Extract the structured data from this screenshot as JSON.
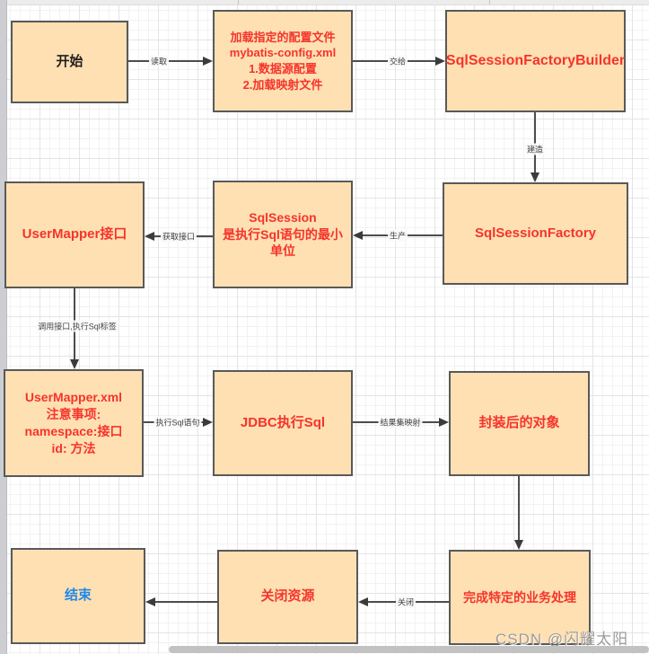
{
  "colors": {
    "node_fill": "#ffe0b2",
    "node_border": "#595959",
    "red": "#f5342c",
    "blue": "#2287e8",
    "black": "#1f1f1f",
    "edge": "#4d4d4d",
    "label": "#444444",
    "grid_minor": "#f2f2f2",
    "grid_major": "#e4e4e4",
    "watermark": "#9b9b9b"
  },
  "nodes": [
    {
      "id": "start",
      "label": "开始"
    },
    {
      "id": "config_file",
      "label": "加载指定的配置文件\nmybatis-config.xml\n1.数据源配置\n2.加载映射文件"
    },
    {
      "id": "sql_session_factory_builder",
      "label": "SqlSessionFactoryBuilder"
    },
    {
      "id": "sql_session_factory",
      "label": "SqlSessionFactory"
    },
    {
      "id": "sql_session",
      "label": "SqlSession\n是执行Sql语句的最小\n单位"
    },
    {
      "id": "user_mapper_interface",
      "label": "UserMapper接口"
    },
    {
      "id": "user_mapper_xml",
      "label": "UserMapper.xml\n注意事项:\nnamespace:接口\nid: 方法"
    },
    {
      "id": "jdbc_exec_sql",
      "label": "JDBC执行Sql"
    },
    {
      "id": "wrapped_object",
      "label": "封装后的对象"
    },
    {
      "id": "business_process",
      "label": "完成特定的业务处理"
    },
    {
      "id": "close_resource",
      "label": "关闭资源"
    },
    {
      "id": "end",
      "label": "结束"
    }
  ],
  "edges": [
    {
      "id": "start-to-config",
      "label": "读取"
    },
    {
      "id": "config-to-builder",
      "label": "交给"
    },
    {
      "id": "builder-to-factory",
      "label": "建造"
    },
    {
      "id": "factory-to-session",
      "label": "生产"
    },
    {
      "id": "session-to-interface",
      "label": "获取接口"
    },
    {
      "id": "interface-to-xml",
      "label": "调用接口,执行Sql标签"
    },
    {
      "id": "xml-to-jdbc",
      "label": "执行Sql语句"
    },
    {
      "id": "jdbc-to-object",
      "label": "结果集映射"
    },
    {
      "id": "object-to-business",
      "label": ""
    },
    {
      "id": "business-to-close",
      "label": "关闭"
    },
    {
      "id": "close-to-end",
      "label": ""
    }
  ],
  "watermark": "CSDN @闪耀太阳"
}
